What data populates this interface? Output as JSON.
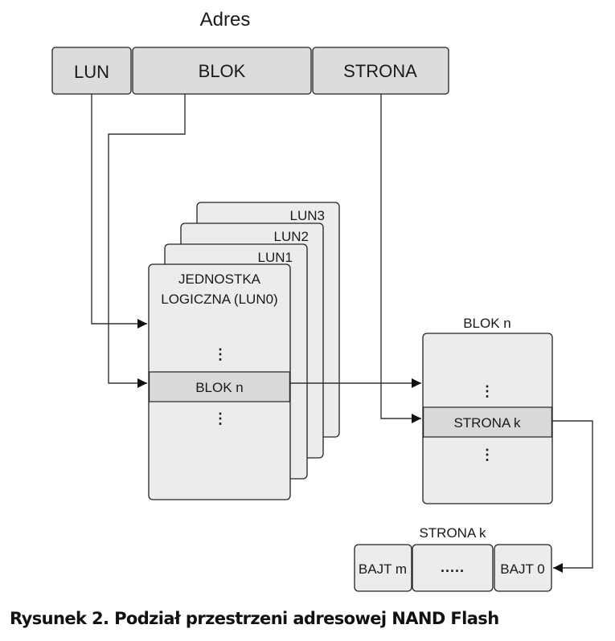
{
  "address": {
    "title": "Adres",
    "fields": [
      {
        "id": "lun",
        "label": "LUN"
      },
      {
        "id": "blok",
        "label": "BLOK"
      },
      {
        "id": "strona",
        "label": "STRONA"
      }
    ]
  },
  "luns": {
    "back_labels": [
      "LUN3",
      "LUN2",
      "LUN1"
    ],
    "front_title_line1": "JEDNOSTKA",
    "front_title_line2": "LOGICZNA (LUN0)",
    "ellipsis": "⋮",
    "selected_block": "BLOK n"
  },
  "block": {
    "title": "BLOK n",
    "ellipsis": "⋮",
    "selected_page": "STRONA k"
  },
  "page": {
    "title": "STRONA k",
    "cells": [
      {
        "id": "bajt-m",
        "label": "BAJT m"
      },
      {
        "id": "dots",
        "label": "....."
      },
      {
        "id": "bajt-0",
        "label": "BAJT 0"
      }
    ]
  },
  "caption": "Rysunek 2. Podział przestrzeni adresowej NAND Flash",
  "colors": {
    "field_fill": "#dcdcdc",
    "panel_fill": "#ececec",
    "selected_fill": "#d9d9d9",
    "stroke": "#222222"
  }
}
